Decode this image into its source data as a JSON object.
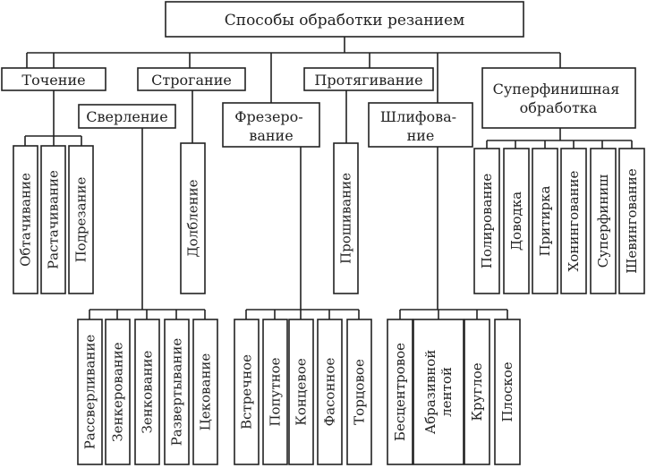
{
  "root": {
    "label": "Способы обработки резанием"
  },
  "methods": [
    {
      "id": "turning",
      "label": "Точение"
    },
    {
      "id": "drilling",
      "label": "Сверление"
    },
    {
      "id": "planing",
      "label": "Строгание"
    },
    {
      "id": "milling",
      "label": "Фрезеро- вание"
    },
    {
      "id": "broaching",
      "label": "Протягивание"
    },
    {
      "id": "grinding",
      "label": "Шлифова- ние"
    },
    {
      "id": "superfinishing",
      "label": "Суперфинишная обработка"
    }
  ],
  "leaves": {
    "turning": [
      "Обтачивание",
      "Растачивание",
      "Подрезание"
    ],
    "drilling": [
      "Рассверливание",
      "Зенкерование",
      "Зенкование",
      "Развертывание",
      "Цекование"
    ],
    "planing": [
      "Долбление"
    ],
    "milling": [
      "Встречное",
      "Попутное",
      "Концевое",
      "Фасонное",
      "Торцовое"
    ],
    "broaching": [
      "Прошивание"
    ],
    "grinding": [
      "Бесцентровое",
      "Абразивной лентой",
      "Круглое",
      "Плоское"
    ],
    "superfinishing": [
      "Полирование",
      "Доводка",
      "Притирка",
      "Хонингование",
      "Суперфиниш",
      "Шевингование"
    ]
  }
}
